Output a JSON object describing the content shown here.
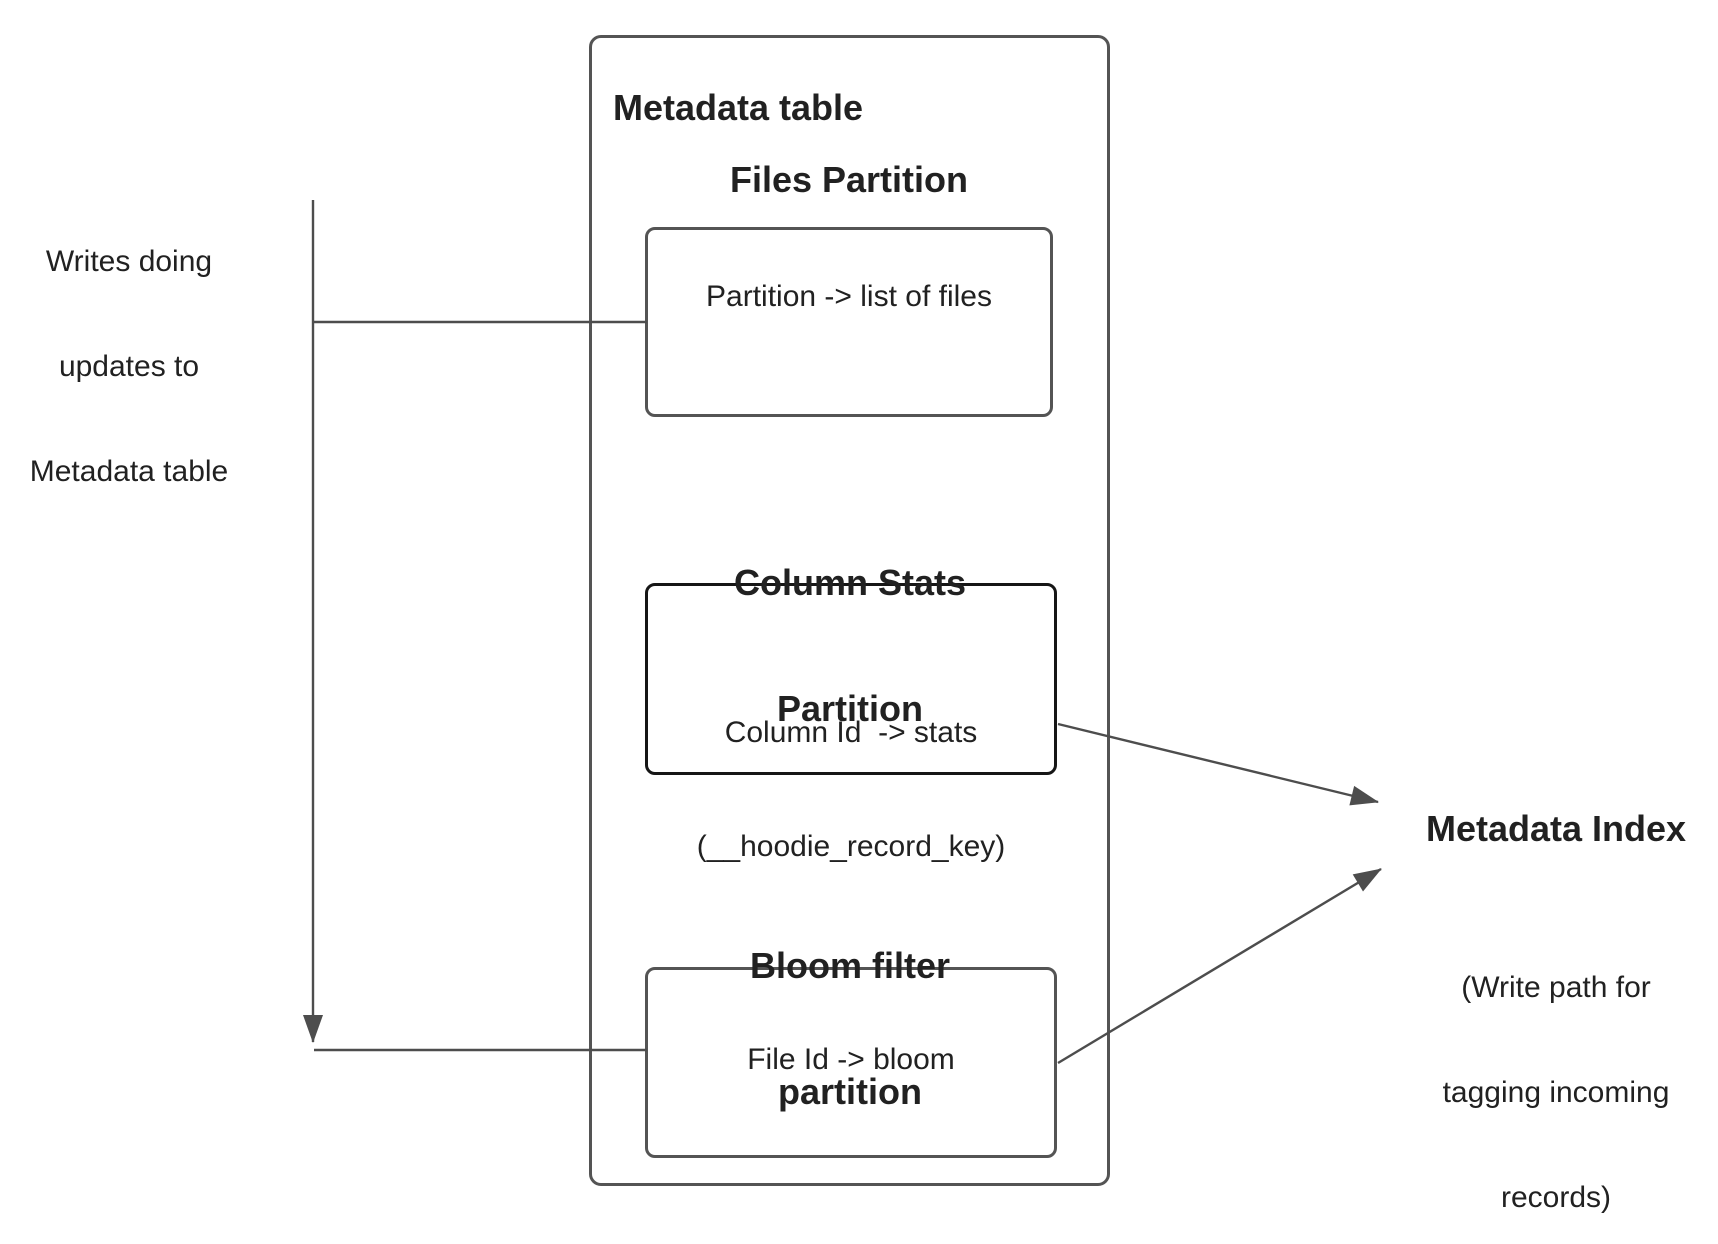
{
  "colors": {
    "background": "#ffffff",
    "box_border": "#545454",
    "emphasis_border": "#161616",
    "text": "#212121",
    "connector": "#4d4d4d"
  },
  "left_note": {
    "lines": [
      "Writes doing",
      "updates to",
      "Metadata table"
    ]
  },
  "metadata_table": {
    "title": "Metadata table",
    "files_partition": {
      "heading": "Files Partition",
      "mapping": "Partition -> list of files"
    },
    "column_stats_partition": {
      "heading_lines": [
        "Column Stats",
        "Partition"
      ],
      "mapping_lines": [
        "Column Id  -> stats",
        "(__hoodie_record_key)"
      ]
    },
    "bloom_filter_partition": {
      "heading_lines": [
        "Bloom filter",
        "partition"
      ],
      "mapping": "File Id -> bloom"
    }
  },
  "metadata_index": {
    "title": "Metadata Index",
    "caption_lines": [
      "(Write path for",
      "tagging incoming",
      "records)"
    ]
  }
}
